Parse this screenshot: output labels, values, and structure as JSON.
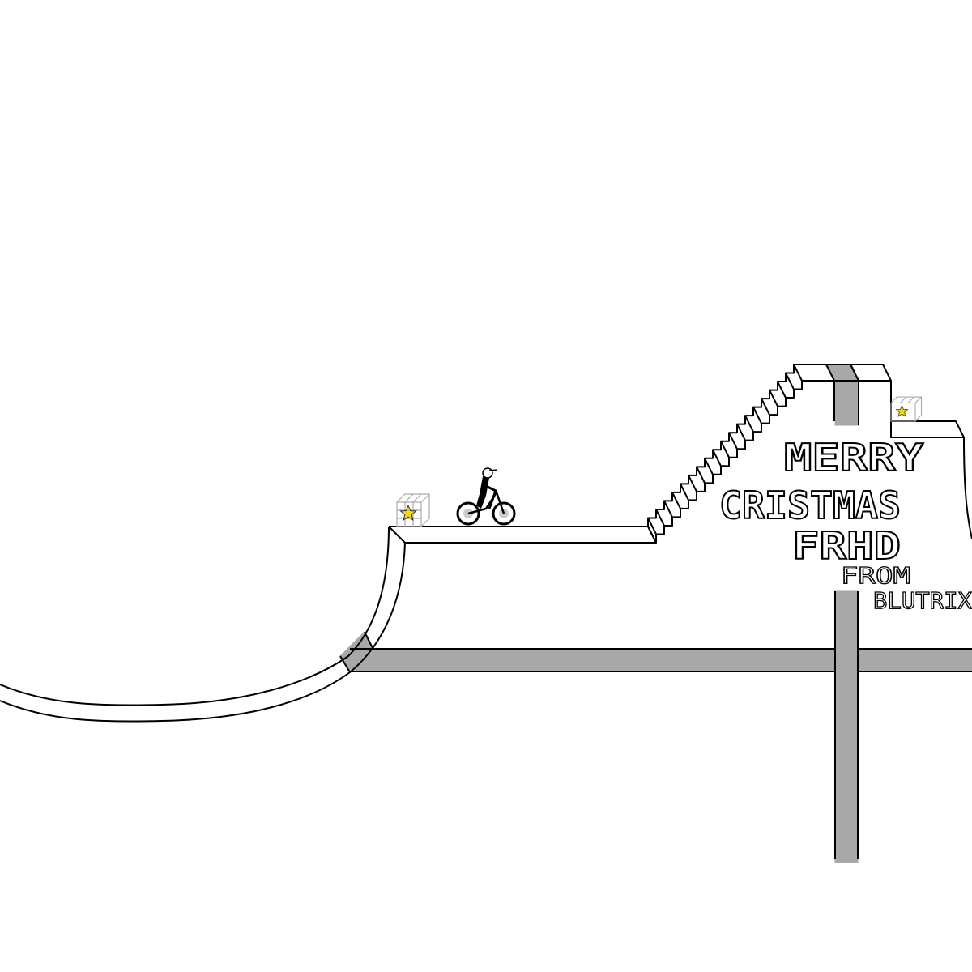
{
  "game": {
    "message_lines": [
      "MERRY",
      "CRISTMAS",
      "FRHD"
    ],
    "credit_from": "FROM",
    "credit_author": "BLUTRIX",
    "goals": [
      {
        "icon": "star-icon"
      },
      {
        "icon": "star-icon"
      }
    ],
    "star_color": "#f5d60f",
    "scenery_color": "#a8a8a8",
    "stair_steps": 19
  }
}
